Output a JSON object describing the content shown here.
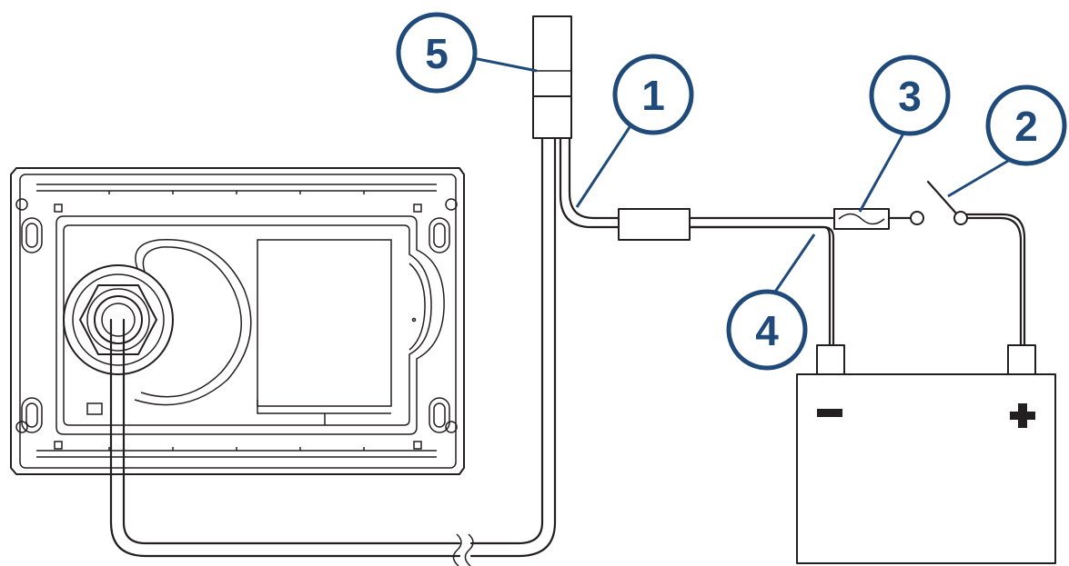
{
  "callouts": [
    {
      "id": "1",
      "label": "1"
    },
    {
      "id": "2",
      "label": "2"
    },
    {
      "id": "3",
      "label": "3"
    },
    {
      "id": "4",
      "label": "4"
    },
    {
      "id": "5",
      "label": "5"
    }
  ],
  "battery": {
    "negative_symbol": "",
    "positive_symbol": ""
  },
  "colors": {
    "callout": "#1f4a7a",
    "line": "#231f20",
    "background": "#ffffff"
  }
}
